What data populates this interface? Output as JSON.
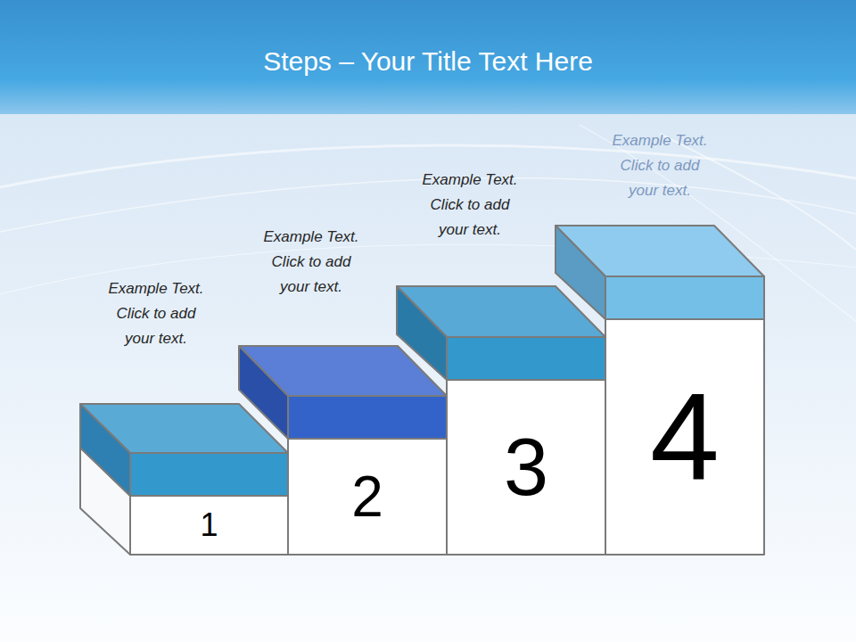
{
  "diagram": {
    "title": "Steps – Your Title Text Here",
    "nodes": [
      {
        "text": [
          "Example Text. Click to add your text.",
          "1"
        ]
      },
      {
        "text": [
          "Example Text. Click to add your text.",
          "2"
        ]
      },
      {
        "text": [
          "Example Text. Click to add your text.",
          "3"
        ]
      },
      {
        "text": [
          "Example Text. Click to add your text.",
          "4"
        ]
      }
    ]
  }
}
